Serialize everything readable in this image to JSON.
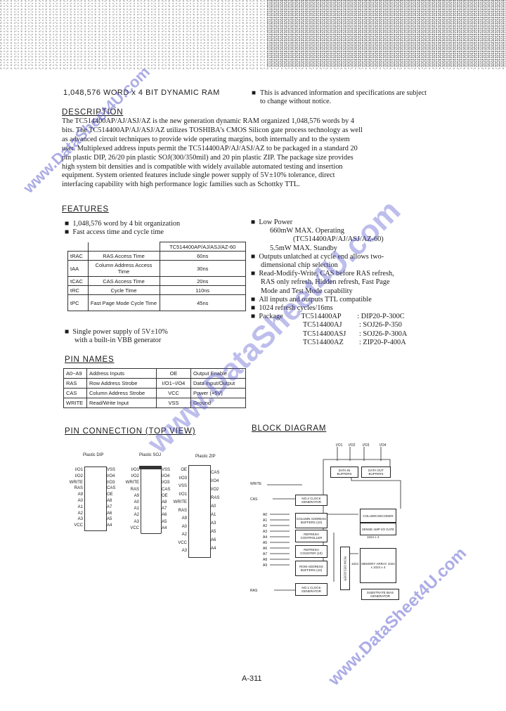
{
  "header": {
    "title": "1,048,576 WORD x 4 BIT DYNAMIC RAM",
    "notice": "This is advanced information and specifications are subject to change without notice."
  },
  "description": {
    "heading": "DESCRIPTION",
    "lines": [
      "The TC514400AP/AJ/ASJ/AZ is the new generation dynamic RAM organized 1,048,576 words by 4",
      "bits.  The TC514400AP/AJ/ASJ/AZ utilizes TOSHIBA's CMOS Silicon gate process technology as well",
      "as advanced circuit techniques to provide wide operating margins, both internally and to the system",
      "user.  Multiplexed address inputs permit the TC514400AP/AJ/ASJ/AZ to be packaged in a standard 20",
      "pin plastic DIP, 26/20 pin plastic SOJ(300/350mil) and 20 pin plastic ZIP. The package size provides",
      "high system bit densities and is compatible with widely available automated testing and insertion",
      "equipment. System oriented features include single power supply of 5V±10% tolerance, direct",
      "interfacing capability with high performance logic families such as Schottky TTL."
    ]
  },
  "features": {
    "heading": "FEATURES",
    "left": [
      "1,048,576 word by 4 bit organization",
      "Fast access time and cycle time"
    ],
    "timing_table": {
      "header": "TC514400AP/AJ/ASJ/AZ-60",
      "rows": [
        {
          "sym": "tRAC",
          "param": "RAS Access Time",
          "val": "60ns"
        },
        {
          "sym": "tAA",
          "param": "Column Address Access Time",
          "val": "30ns"
        },
        {
          "sym": "tCAC",
          "param": "CAS Access Time",
          "val": "20ns"
        },
        {
          "sym": "tRC",
          "param": "Cycle Time",
          "val": "110ns"
        },
        {
          "sym": "tPC",
          "param": "Fast Page Mode Cycle Time",
          "val": "45ns"
        }
      ]
    },
    "power_supply": [
      "Single power supply of 5V±10%",
      "with a built-in VBB generator"
    ],
    "right": [
      "Low Power",
      "660mW MAX. Operating",
      "(TC514400AP/AJ/ASJ/AZ-60)",
      "5.5mW MAX. Standby",
      "Outputs unlatched at cycle end allows two-",
      "dimensional chip selection",
      "Read-Modify-Write, CAS before RAS refresh,",
      "RAS only refresh, Hidden refresh, Fast Page",
      "Mode and Test Mode capability",
      "All inputs and outputs TTL compatible",
      "1024 refresh cycles/16ms"
    ],
    "packages": [
      {
        "label": "Package",
        "part": "TC514400AP",
        "pkg": ": DIP20-P-300C"
      },
      {
        "label": "",
        "part": "TC514400AJ",
        "pkg": ": SOJ26-P-350"
      },
      {
        "label": "",
        "part": "TC514400ASJ",
        "pkg": ": SOJ26-P-300A"
      },
      {
        "label": "",
        "part": "TC514400AZ",
        "pkg": ": ZIP20-P-400A"
      }
    ]
  },
  "pin_names": {
    "heading": "PIN NAMES",
    "rows": [
      [
        "A0~A9",
        "Address Inputs",
        "OE",
        "Output Enable"
      ],
      [
        "RAS",
        "Row Address Strobe",
        "I/O1~I/O4",
        "Data Input/Output"
      ],
      [
        "CAS",
        "Column Address Strobe",
        "VCC",
        "Power (+5V)"
      ],
      [
        "WRITE",
        "Read/Write Input",
        "VSS",
        "Ground"
      ]
    ]
  },
  "pin_connection": {
    "heading": "PIN CONNECTION (TOP VIEW)",
    "dip_label": "Plastic DIP",
    "soj_label": "Plastic SOJ",
    "zip_label": "Plastic ZIP",
    "dip_left": [
      "I/O1",
      "I/O2",
      "WRITE",
      "RAS",
      "A9",
      "A0",
      "A1",
      "A2",
      "A3",
      "VCC"
    ],
    "dip_right": [
      "VSS",
      "I/O4",
      "I/O3",
      "CAS",
      "OE",
      "A8",
      "A7",
      "A6",
      "A5",
      "A4"
    ],
    "soj_left": [
      "I/O1",
      "I/O2",
      "WRITE",
      "RAS",
      "A9",
      "A0",
      "A1",
      "A2",
      "A3",
      "VCC"
    ],
    "soj_right": [
      "VSS",
      "I/O4",
      "I/O3",
      "CAS",
      "OE",
      "A8",
      "A7",
      "A6",
      "A5",
      "A4"
    ],
    "zip_left": [
      "OE",
      "I/O3",
      "VSS",
      "I/O1",
      "WRITE",
      "RAS",
      "A9",
      "A0",
      "A2",
      "VCC",
      "A3"
    ],
    "zip_right": [
      "CAS",
      "I/O4",
      "I/O2",
      "RAS",
      "A0",
      "A1",
      "A3",
      "A5",
      "A6",
      "A4"
    ]
  },
  "block_diagram": {
    "heading": "BLOCK DIAGRAM",
    "io_labels": [
      "I/O1",
      "I/O2",
      "I/O3",
      "I/O4"
    ],
    "inputs": [
      "WRITE",
      "CAS",
      "A0",
      "A1",
      "A2",
      "A3",
      "A4",
      "A5",
      "A6",
      "A7",
      "A8",
      "A9",
      "RAS"
    ],
    "blocks": {
      "data_in": "DATA IN BUFFERS",
      "data_out": "DATA OUT BUFFERS",
      "no2_clock": "NO.2 CLOCK GENERATOR",
      "col_addr": "COLUMN ADDRESS BUFFERS (10)",
      "col_decoder": "COLUMN DECODER",
      "sense_amp": "SENSE AMP I/O GATE",
      "refresh_ctrl": "REFRESH CONTROLLER",
      "refresh_counter": "REFRESH COUNTER (10)",
      "row_addr": "ROW ADDRESS BUFFERS (10)",
      "row_decoder": "ROW DECODER",
      "memory_array": "MEMORY ARRAY 1024 x 1024 x 4",
      "no1_clock": "NO.1 CLOCK GENERATOR",
      "substrate": "SUBSTRATE BIAS GENERATOR",
      "size_1024x4": "1024 x 4",
      "size_1024": "1024"
    }
  },
  "watermarks": [
    "www.DataSheet4U.com",
    "www.DataSheet4U.com",
    "www.DataSheet4U.com"
  ],
  "footer": {
    "page_number": "A-311"
  }
}
